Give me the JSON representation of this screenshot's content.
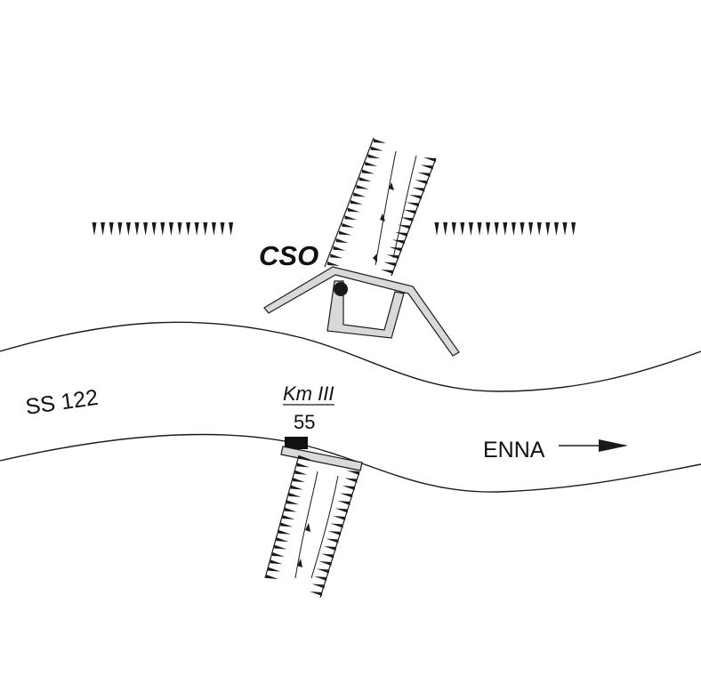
{
  "labels": {
    "station": "CSO",
    "road": "SS 122",
    "km_marker_top": "Km III",
    "km_marker_bottom": "55",
    "direction": "ENNA"
  },
  "colors": {
    "ink": "#1a1a1a",
    "structure_fill": "#d9d9d9",
    "background": "#ffffff"
  },
  "icons": {
    "direction_arrow": "arrow-right-icon",
    "station_point": "filled-circle-icon",
    "km_marker": "black-rectangle-icon"
  }
}
